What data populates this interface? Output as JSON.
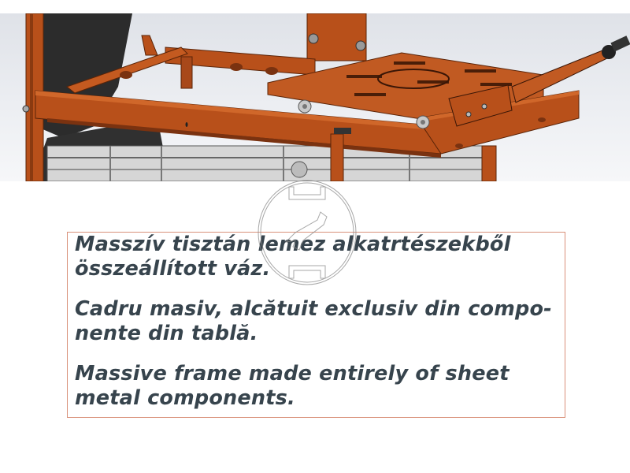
{
  "hero": {
    "subject": "CAD rendering of orange sheet-metal machine frame with sliding table",
    "colors": {
      "frame": "#b8501a",
      "frame_dark": "#7a3210",
      "frame_light": "#d0672a",
      "belt": "#2c2c2c",
      "steel": "#c9c9c9",
      "background": "#e6e8ed"
    }
  },
  "watermark": {
    "icon": "circular-logo-icon",
    "stroke": "#8a8a8a"
  },
  "description": {
    "border_color": "#d9917a",
    "text_color": "#37444d",
    "paragraphs": [
      {
        "lang": "hu",
        "lines": [
          "Masszív tisztán lemez alkatrtészekből",
          "összeállított váz."
        ]
      },
      {
        "lang": "ro",
        "lines": [
          "Cadru masiv, alcătuit exclusiv din compo-",
          "nente din tablă."
        ]
      },
      {
        "lang": "en",
        "lines": [
          "Massive frame made entirely of sheet",
          "metal components."
        ]
      }
    ]
  }
}
